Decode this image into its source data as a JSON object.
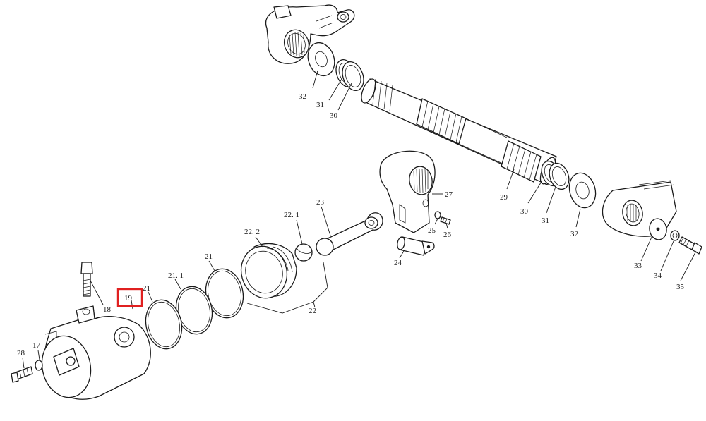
{
  "diagram": {
    "highlight_color": "#e02020",
    "highlighted_part": "19",
    "labels": {
      "p17": "17",
      "p18": "18",
      "p19": "19",
      "p21a": "21",
      "p21b": "21",
      "p21_1": "21. 1",
      "p22": "22",
      "p22_1": "22. 1",
      "p22_2": "22. 2",
      "p23": "23",
      "p24": "24",
      "p25": "25",
      "p26": "26",
      "p27": "27",
      "p28": "28",
      "p29": "29",
      "p30a": "30",
      "p30b": "30",
      "p31a": "31",
      "p31b": "31",
      "p32a": "32",
      "p32b": "32",
      "p33": "33",
      "p34": "34",
      "p35": "35"
    }
  }
}
